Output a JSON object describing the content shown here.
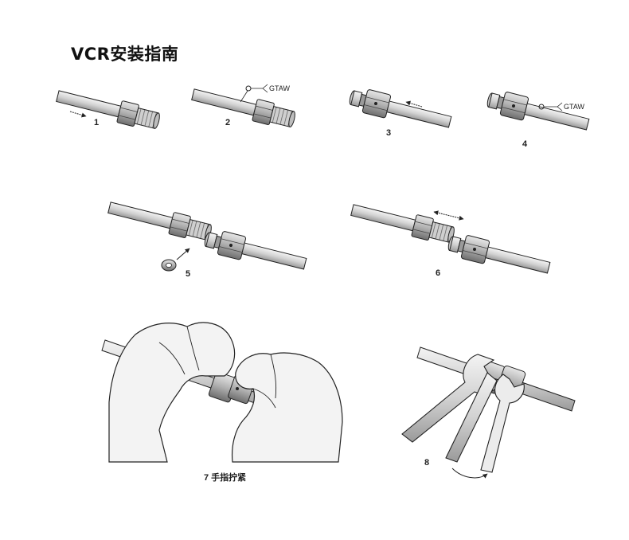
{
  "title": "VCR安装指南",
  "steps": [
    {
      "label": "1"
    },
    {
      "label": "2",
      "callout": "GTAW"
    },
    {
      "label": "3"
    },
    {
      "label": "4",
      "callout": "GTAW"
    },
    {
      "label": "5"
    },
    {
      "label": "6"
    },
    {
      "label": "7 手指拧紧"
    },
    {
      "label": "8"
    }
  ],
  "colors": {
    "metal": "#d8d8d8",
    "metal_dark": "#8a8a8a",
    "line": "#222222",
    "skin": "#f2f2f2"
  }
}
